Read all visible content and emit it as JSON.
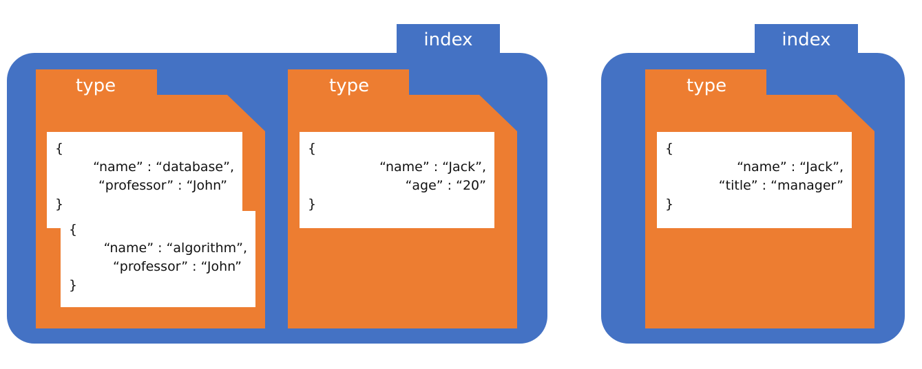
{
  "colors": {
    "index": "#4472C4",
    "type": "#ED7D31",
    "doc": "#FFFFFF",
    "label_text": "#FFFFFF"
  },
  "indexes": [
    {
      "label": "index",
      "types": [
        {
          "label": "type",
          "docs": [
            {
              "open": "{",
              "lines": [
                "“name” : “database”,",
                "“professor” : “John”"
              ],
              "close": "}"
            },
            {
              "open": "{",
              "lines": [
                "“name” : “algorithm”,",
                "“professor” : “John”"
              ],
              "close": "}"
            }
          ]
        },
        {
          "label": "type",
          "docs": [
            {
              "open": "{",
              "lines": [
                "“name” : “Jack”,",
                "“age” : “20”"
              ],
              "close": "}"
            }
          ]
        }
      ]
    },
    {
      "label": "index",
      "types": [
        {
          "label": "type",
          "docs": [
            {
              "open": "{",
              "lines": [
                "“name” : “Jack”,",
                "“title” : “manager”"
              ],
              "close": "}"
            }
          ]
        }
      ]
    }
  ]
}
